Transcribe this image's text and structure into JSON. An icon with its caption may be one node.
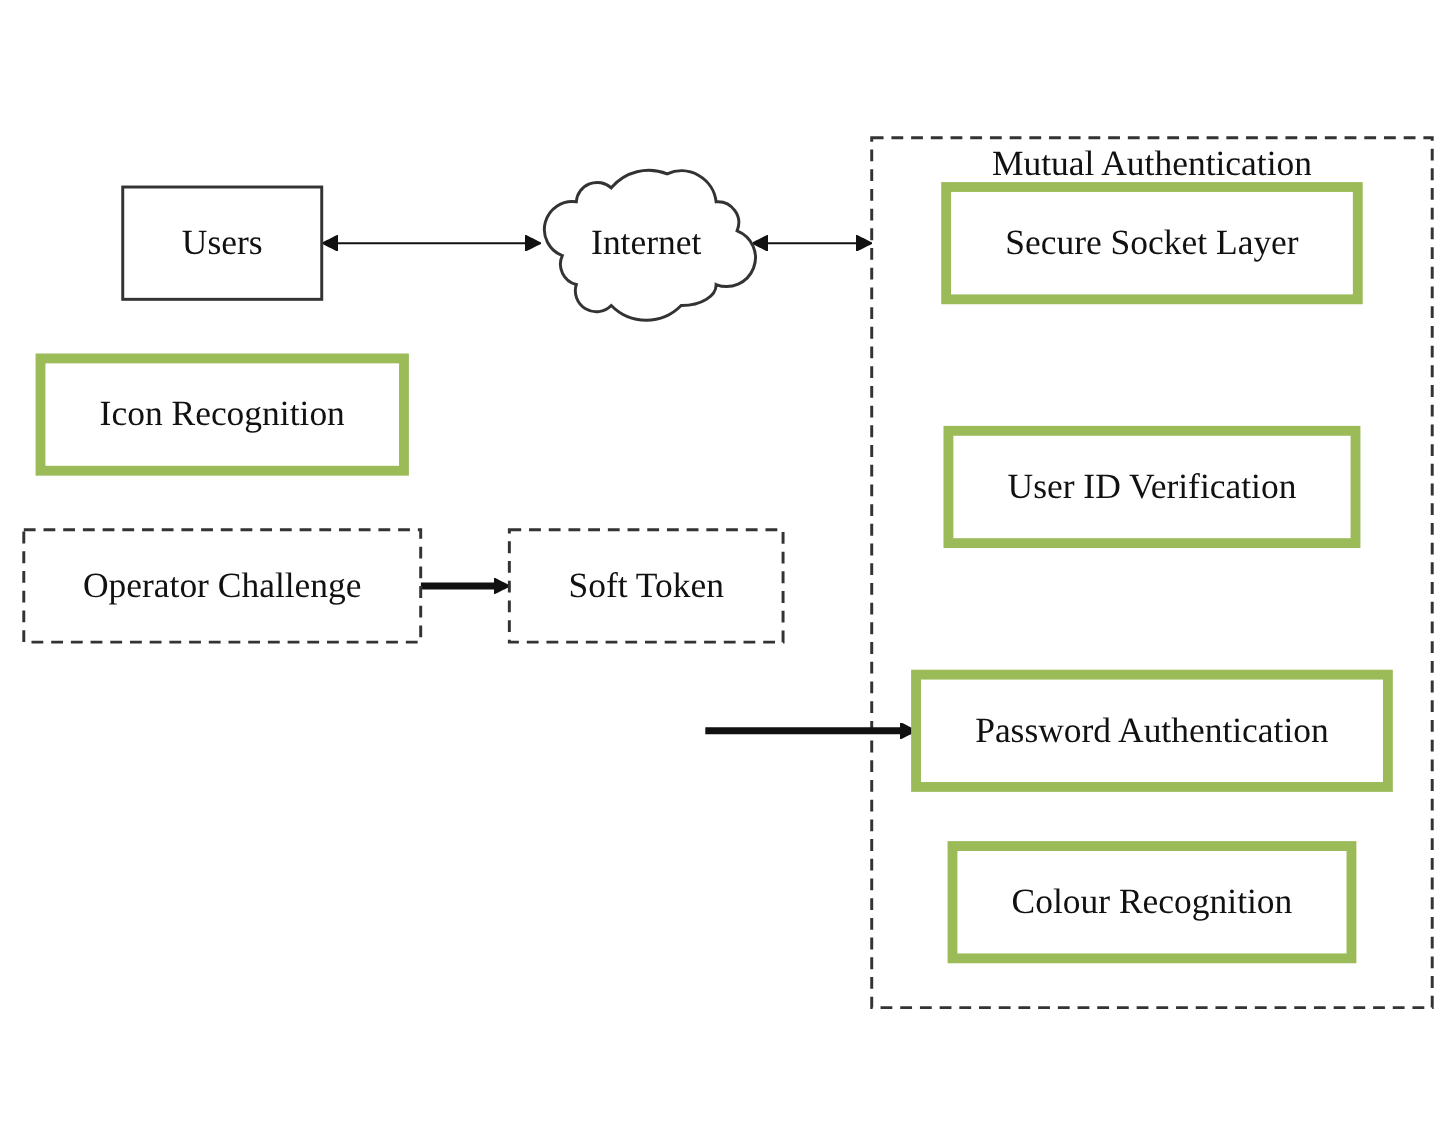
{
  "diagram": {
    "nodes": [
      {
        "text": [
          "Users"
        ]
      },
      {
        "text": [
          "Internet"
        ]
      },
      {
        "text": [
          "Mutual Authentication"
        ]
      },
      {
        "text": [
          "Secure Socket Layer"
        ],
        "in": 2
      },
      {
        "text": [
          "User ID Verification"
        ],
        "in": 2
      },
      {
        "text": [
          "Password Authentication"
        ],
        "in": 2
      },
      {
        "text": [
          "Colour Recognition"
        ],
        "in": 2
      },
      {
        "text": [
          "Icon Recognition"
        ]
      },
      {
        "text": [
          "Operator Challenge"
        ]
      },
      {
        "text": [
          "Soft Token"
        ]
      }
    ],
    "edges": [
      {
        "from": 0,
        "to": 1,
        "arrow": "both"
      },
      {
        "from": 1,
        "to": 2,
        "arrow": "both"
      },
      {
        "from": null,
        "to": 5,
        "arrow": "to",
        "style": "thick"
      },
      {
        "from": 8,
        "to": 9,
        "arrow": "to",
        "style": "thick"
      }
    ]
  }
}
